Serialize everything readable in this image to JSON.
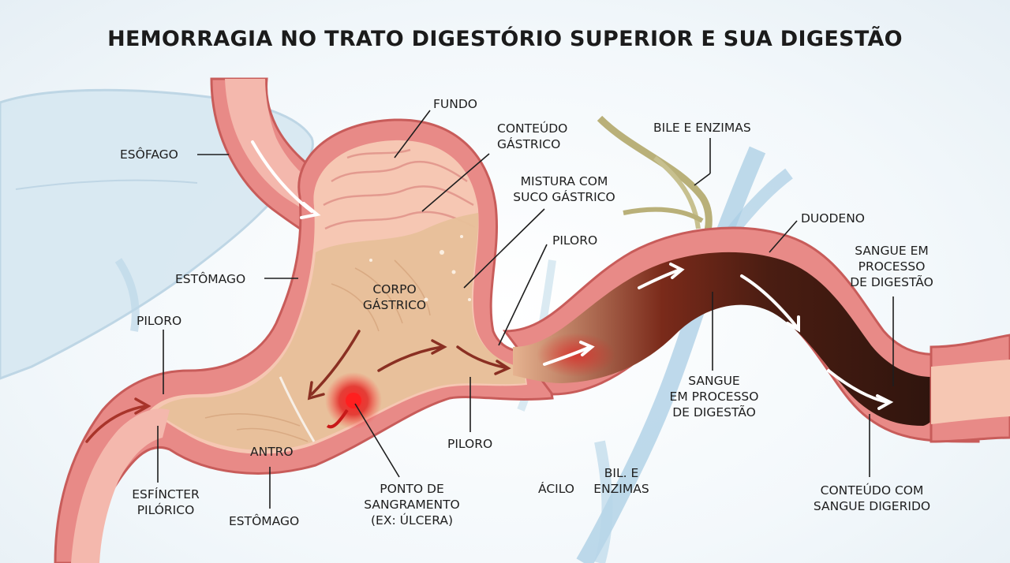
{
  "title": "HEMORRAGIA NO TRATO DIGESTÓRIO SUPERIOR E SUA DIGESTÃO",
  "colors": {
    "wall": "#e88a87",
    "wall_dark": "#c85c5a",
    "lumen": "#f6c7b3",
    "contents": "#e7c09a",
    "blood": "#d42020",
    "digested_blood": "#3a1a12",
    "liver": "#d6e7f1",
    "vessels": "#a9cde4",
    "bile_duct": "#b9b079"
  },
  "labels": {
    "fundo": "FUNDO",
    "conteudo_gastrico": "CONTEÚDO\nGÁSTRICO",
    "bile_enzimas_top": "BILE E ENZIMAS",
    "esofago": "ESÔFAGO",
    "mistura": "MISTURA COM\nSUCO GÁSTRICO",
    "duodeno": "DUODENO",
    "piloro_top": "PILORO",
    "sangue_processo_right": "SANGUE EM\nPROCESSO\nDE DIGESTÃO",
    "estomago_left": "ESTÔMAGO",
    "corpo_gastrico": "CORPO\nGÁSTRICO",
    "piloro_left": "PILORO",
    "sangue_processo_center": "SANGUE\nEM PROCESSO\nDE DIGESTÃO",
    "antro": "ANTRO",
    "piloro_bottom": "PILORO",
    "ponto_sangramento": "PONTO DE\nSANGRAMENTO\n(EX: ÚLCERA)",
    "acilo": "ÁCILO",
    "bil_enzimas_bottom": "BIL. E\nENZIMAS",
    "esfincter": "ESFÍNCTER\nPILÓRICO",
    "estomago_bottom": "ESTÔMAGO",
    "conteudo_sangue": "CONTEÚDO COM\nSANGUE DIGERIDO"
  }
}
